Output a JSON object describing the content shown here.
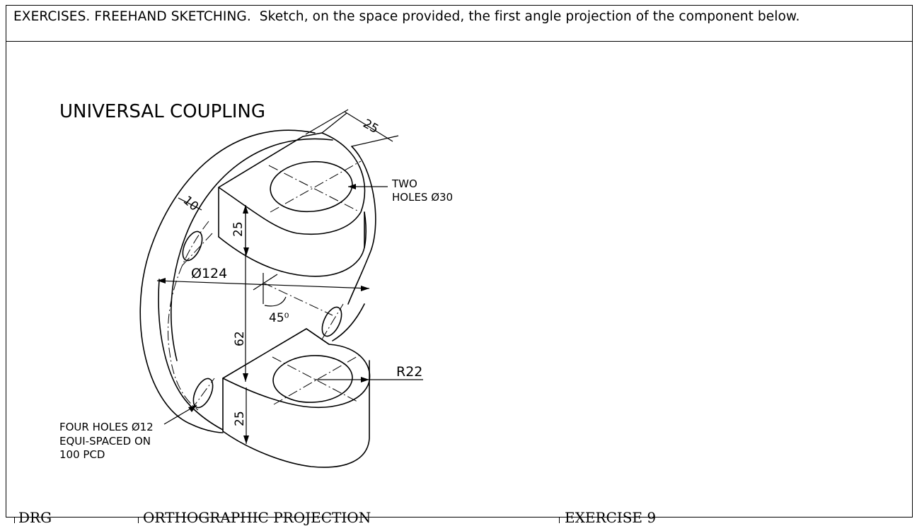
{
  "header": {
    "lead": "EXERCISES. FREEHAND SKETCHING.",
    "instruction": "Sketch, on the space provided, the first angle projection of the component below."
  },
  "figure": {
    "title": "UNIVERSAL COUPLING",
    "dim_width": "25",
    "dim_flange": "10",
    "dim_lug_height_top": "25",
    "dim_lug_height_bottom": "25",
    "dim_centers": "62",
    "dim_diameter": "Ø124",
    "dim_angle": "45⁰",
    "dim_radius": "R22",
    "note_holes_line1": "TWO",
    "note_holes_line2": "HOLES Ø30",
    "note_four_line1": "FOUR HOLES Ø12",
    "note_four_line2": "EQUI-SPACED ON",
    "note_four_line3": "100 PCD"
  },
  "footer": {
    "col1": "DRG",
    "col2": "ORTHOGRAPHIC PROJECTION",
    "col3": "EXERCISE 9"
  }
}
